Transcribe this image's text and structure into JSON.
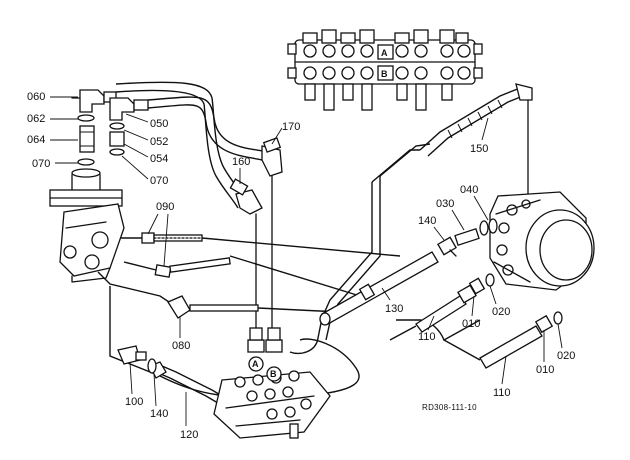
{
  "labels": {
    "p060": "060",
    "p062": "062",
    "p064": "064",
    "p070a": "070",
    "p070b": "070",
    "p050": "050",
    "p052": "052",
    "p054": "054",
    "p170": "170",
    "p160": "160",
    "p090": "090",
    "p080": "080",
    "p100": "100",
    "p140a": "140",
    "p120": "120",
    "p150": "150",
    "p040": "040",
    "p030": "030",
    "p140b": "140",
    "p130": "130",
    "p110a": "110",
    "p010a": "010",
    "p020a": "020",
    "p110b": "110",
    "p010b": "010",
    "p020b": "020"
  },
  "ports": {
    "a_top": "A",
    "b_top": "B",
    "a_bottom": "A",
    "b_bottom": "B"
  },
  "reference_code": "RD308-111-10"
}
